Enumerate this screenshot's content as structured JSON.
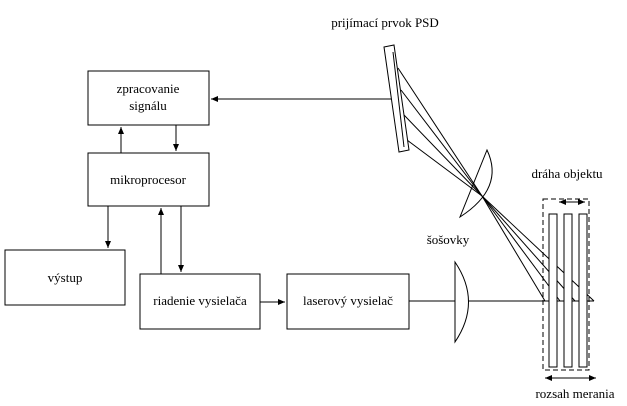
{
  "labels": {
    "psd": "prijímací prvok PSD",
    "processing_line1": "zpracovanie",
    "processing_line2": "signálu",
    "microprocessor": "mikroprocesor",
    "output": "výstup",
    "laser_control": "riadenie vysielača",
    "laser_transmitter": "laserový vysielač",
    "lenses": "šošovky",
    "object_path": "dráha objektu",
    "measuring_range": "rozsah merania"
  }
}
